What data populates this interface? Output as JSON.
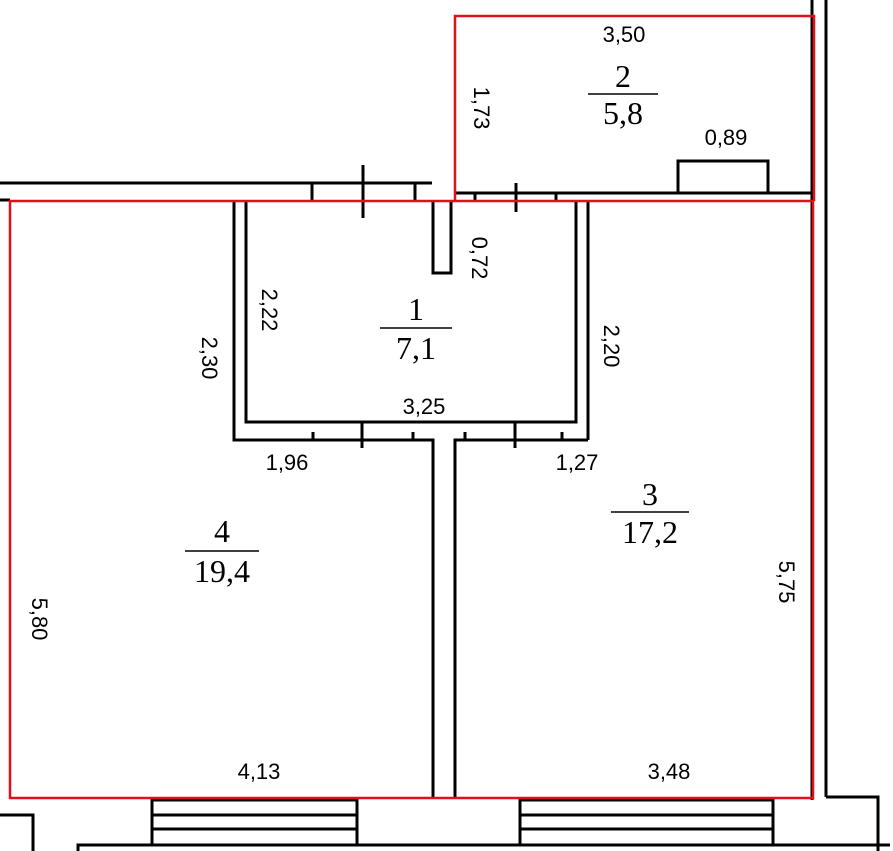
{
  "rooms": [
    {
      "number": "1",
      "area": "7,1"
    },
    {
      "number": "2",
      "area": "5,8"
    },
    {
      "number": "3",
      "area": "17,2"
    },
    {
      "number": "4",
      "area": "19,4"
    }
  ],
  "dimensions": {
    "room2_width": "3,50",
    "room2_height": "1,73",
    "niche_width": "0,89",
    "partition_stub": "0,72",
    "room1_left": "2,22",
    "room1_right": "2,20",
    "room1_bottom": "3,25",
    "room4_upper_left": "2,30",
    "room4_top_width": "1,96",
    "room3_top_width": "1,27",
    "room3_height": "5,75",
    "room4_height": "5,80",
    "room4_bottom": "4,13",
    "room3_bottom": "3,48"
  },
  "colors": {
    "wall": "#000000",
    "boundary": "#e0101a",
    "background": "#ffffff"
  }
}
